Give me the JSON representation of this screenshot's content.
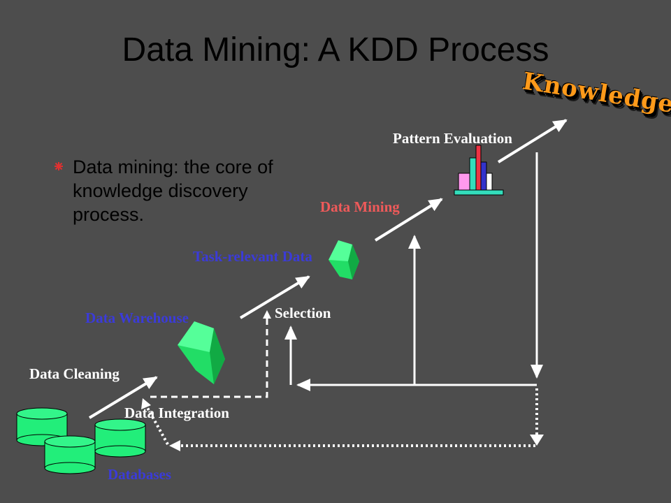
{
  "slide": {
    "title": "Data Mining: A KDD Process",
    "bullet": "Data mining: the core of knowledge discovery process."
  },
  "labels": {
    "pattern_evaluation": "Pattern Evaluation",
    "data_mining": "Data Mining",
    "task_relevant_data": "Task-relevant Data",
    "selection": "Selection",
    "data_warehouse": "Data Warehouse",
    "data_cleaning": "Data Cleaning",
    "data_integration": "Data Integration",
    "databases": "Databases",
    "knowledge": "Knowledge"
  },
  "colors": {
    "background": "#4d4d4d",
    "label_blue": "#3b3bd8",
    "label_red": "#f05a5a",
    "cylinder_green": "#22ee7a",
    "gem_green": "#22dd66",
    "knowledge_orange": "#ff9a1a",
    "bullet_red": "#e03030"
  },
  "icons": {
    "bullet": "sparkle-bullet-icon",
    "database": "database-cylinder-icon",
    "warehouse": "green-gem-icon",
    "task_data": "green-gem-icon",
    "pattern": "bar-chart-icon"
  }
}
